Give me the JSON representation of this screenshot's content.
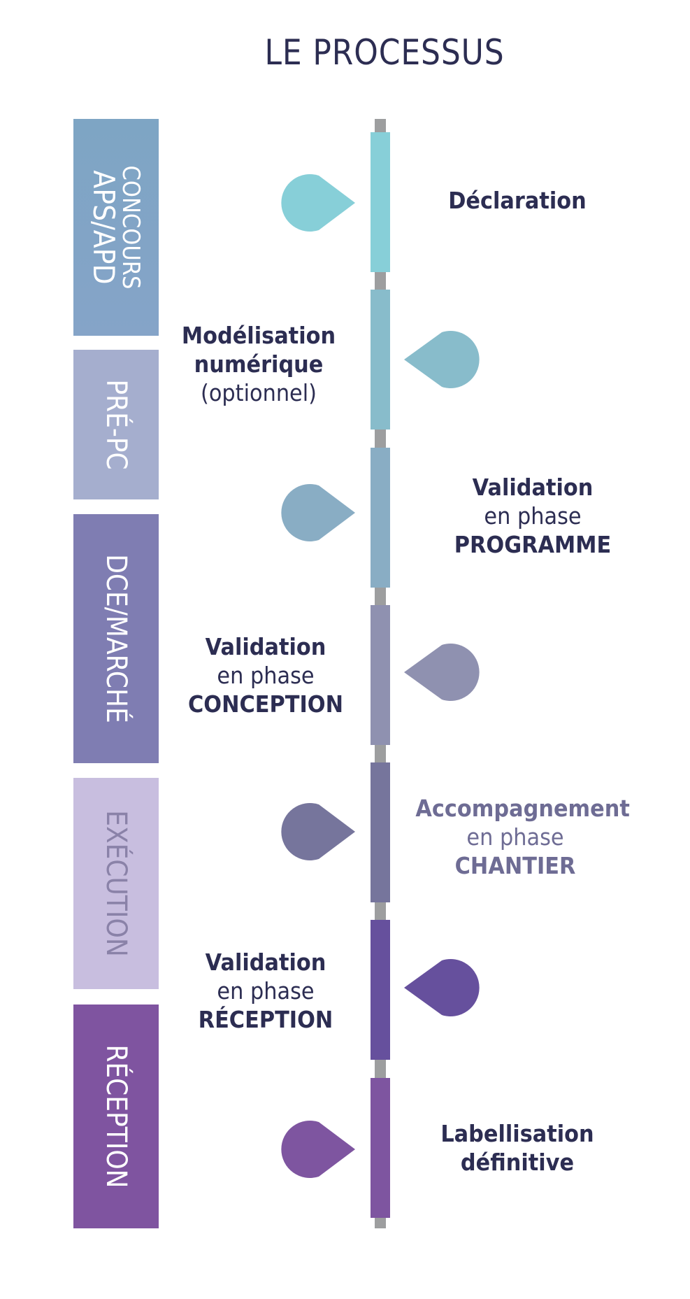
{
  "title": "LE PROCESSUS",
  "phases": [
    {
      "line1": "CONCOURS",
      "line2": "APS/APD",
      "color": "#7ea5c4",
      "color2": "#85a4c8"
    },
    {
      "label": "PRÉ-PC",
      "color": "#a5aece"
    },
    {
      "label": "DCE/MARCHÉ",
      "color": "#7f7db2"
    },
    {
      "label": "EXÉCUTION",
      "color": "#c8bedf",
      "text_color": "#8a82a8"
    },
    {
      "label": "RÉCEPTION",
      "color": "#7f54a0"
    }
  ],
  "steps": [
    {
      "side": "right",
      "color": "#87cfd8",
      "lines": [
        {
          "t": "Déclaration",
          "w": "bold"
        }
      ]
    },
    {
      "side": "left",
      "color": "#88bccb",
      "lines": [
        {
          "t": "Modélisation",
          "w": "bold"
        },
        {
          "t": "numérique",
          "w": "bold"
        },
        {
          "t": "(optionnel)",
          "w": "normal"
        }
      ]
    },
    {
      "side": "right",
      "color": "#89adc4",
      "lines": [
        {
          "t": "Validation",
          "w": "bold"
        },
        {
          "t": "en phase",
          "w": "normal"
        },
        {
          "t": "PROGRAMME",
          "w": "bold"
        }
      ]
    },
    {
      "side": "left",
      "color": "#8f91b0",
      "lines": [
        {
          "t": "Validation",
          "w": "bold"
        },
        {
          "t": "en phase",
          "w": "normal"
        },
        {
          "t": "CONCEPTION",
          "w": "bold"
        }
      ]
    },
    {
      "side": "right",
      "color": "#76759c",
      "text_color": "#6e6c94",
      "lines": [
        {
          "t": "Accompagnement",
          "w": "bold"
        },
        {
          "t": "en phase",
          "w": "normal"
        },
        {
          "t": "CHANTIER",
          "w": "bold"
        }
      ]
    },
    {
      "side": "left",
      "color": "#66509d",
      "lines": [
        {
          "t": "Validation",
          "w": "bold"
        },
        {
          "t": "en phase",
          "w": "normal"
        },
        {
          "t": "RÉCEPTION",
          "w": "bold"
        }
      ]
    },
    {
      "side": "right",
      "color": "#7e55a0",
      "lines": [
        {
          "t": "Labellisation",
          "w": "bold"
        },
        {
          "t": "définitive",
          "w": "bold"
        }
      ]
    }
  ],
  "axis_color": "#9d9e9f"
}
